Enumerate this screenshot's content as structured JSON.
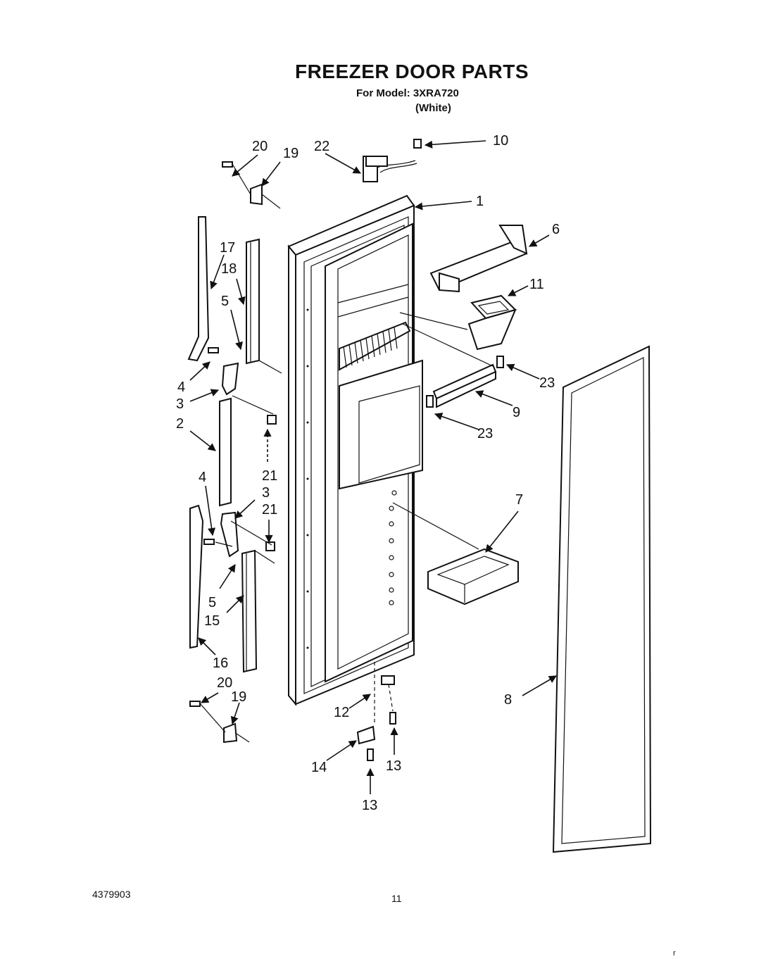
{
  "header": {
    "title": "FREEZER DOOR PARTS",
    "model_line": "For Model: 3XRA720",
    "color_line": "(White)"
  },
  "footer": {
    "doc_number": "4379903",
    "page_number": "11",
    "corner_mark": "r"
  },
  "callouts": [
    {
      "id": "c1",
      "text": "1"
    },
    {
      "id": "c2",
      "text": "2"
    },
    {
      "id": "c3a",
      "text": "3"
    },
    {
      "id": "c3b",
      "text": "3"
    },
    {
      "id": "c4a",
      "text": "4"
    },
    {
      "id": "c4b",
      "text": "4"
    },
    {
      "id": "c5a",
      "text": "5"
    },
    {
      "id": "c5b",
      "text": "5"
    },
    {
      "id": "c6",
      "text": "6"
    },
    {
      "id": "c7",
      "text": "7"
    },
    {
      "id": "c8",
      "text": "8"
    },
    {
      "id": "c9",
      "text": "9"
    },
    {
      "id": "c10",
      "text": "10"
    },
    {
      "id": "c11",
      "text": "11"
    },
    {
      "id": "c12",
      "text": "12"
    },
    {
      "id": "c13a",
      "text": "13"
    },
    {
      "id": "c13b",
      "text": "13"
    },
    {
      "id": "c14",
      "text": "14"
    },
    {
      "id": "c15",
      "text": "15"
    },
    {
      "id": "c16",
      "text": "16"
    },
    {
      "id": "c17",
      "text": "17"
    },
    {
      "id": "c18",
      "text": "18"
    },
    {
      "id": "c19a",
      "text": "19"
    },
    {
      "id": "c19b",
      "text": "19"
    },
    {
      "id": "c20a",
      "text": "20"
    },
    {
      "id": "c20b",
      "text": "20"
    },
    {
      "id": "c21a",
      "text": "21"
    },
    {
      "id": "c21b",
      "text": "21"
    },
    {
      "id": "c22",
      "text": "22"
    },
    {
      "id": "c23a",
      "text": "23"
    },
    {
      "id": "c23b",
      "text": "23"
    }
  ]
}
